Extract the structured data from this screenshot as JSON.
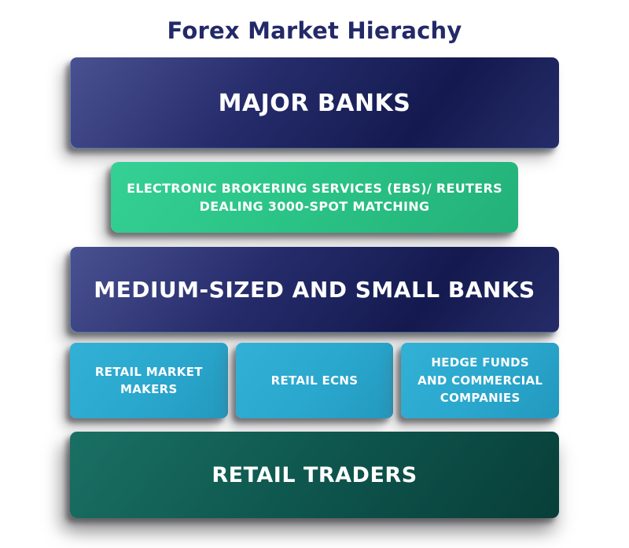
{
  "title": {
    "text": "Forex Market Hierachy",
    "color": "#232968"
  },
  "hierarchy": {
    "major_banks": {
      "label": "MAJOR BANKS"
    },
    "ebs_reuters": {
      "label": "ELECTRONIC BROKERING SERVICES (EBS)/ REUTERS DEALING 3000-SPOT MATCHING"
    },
    "medium_small_banks": {
      "label": "MEDIUM-SIZED AND SMALL BANKS"
    },
    "retail_row": {
      "retail_market_makers": {
        "label": "RETAIL MARKET MAKERS"
      },
      "retail_ecns": {
        "label": "RETAIL ECNS"
      },
      "hedge_funds": {
        "label": "HEDGE FUNDS AND COMMERCIAL COMPANIES"
      }
    },
    "retail_traders": {
      "label": "RETAIL TRADERS"
    }
  },
  "colors": {
    "title_text": "#232968",
    "navy_box_top": "#4a5191",
    "navy_box_bottom": "#141a4f",
    "green_box": "#2bc487",
    "blue_box": "#2aa7cd",
    "teal_box_top": "#1a7064",
    "teal_box_bottom": "#083e38",
    "box_text": "#ffffff",
    "background": "#ffffff"
  }
}
